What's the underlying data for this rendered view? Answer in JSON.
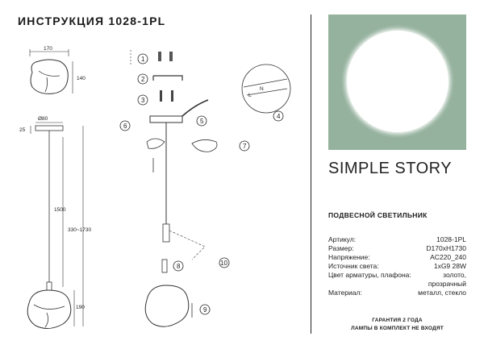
{
  "header": {
    "title": "ИНСТРУКЦИЯ 1028-1PL"
  },
  "drawing": {
    "dimensions": {
      "width_top": "170",
      "height_top": "140",
      "diameter": "Ø80",
      "canopy_h": "25",
      "cord_len": "1500",
      "total_len": "330~1730",
      "shade_h": "190"
    },
    "steps": [
      "1",
      "2",
      "3",
      "4",
      "5",
      "6",
      "7",
      "8",
      "9",
      "10"
    ]
  },
  "brand": {
    "part1": "SIMPLE",
    "part2": "STORY"
  },
  "product": {
    "type": "ПОДВЕСНОЙ СВЕТИЛЬНИК"
  },
  "specs": [
    {
      "label": "Артикул:",
      "value": "1028-1PL"
    },
    {
      "label": "Размер:",
      "value": "D170xH1730"
    },
    {
      "label": "Напряжение:",
      "value": "AC220_240"
    },
    {
      "label": "Источник света:",
      "value": "1xG9 28W"
    },
    {
      "label": "Цвет арматуры, плафона:",
      "value": "золото,"
    },
    {
      "label": "",
      "value": "прозрачный"
    },
    {
      "label": "Материал:",
      "value": "металл, стекло"
    }
  ],
  "footer": {
    "line1": "ГАРАНТИЯ 2 ГОДА",
    "line2": "ЛАМПЫ В КОМПЛЕКТ НЕ ВХОДЯТ"
  },
  "colors": {
    "panel": "#95b29e",
    "glow": "#ffffff"
  }
}
